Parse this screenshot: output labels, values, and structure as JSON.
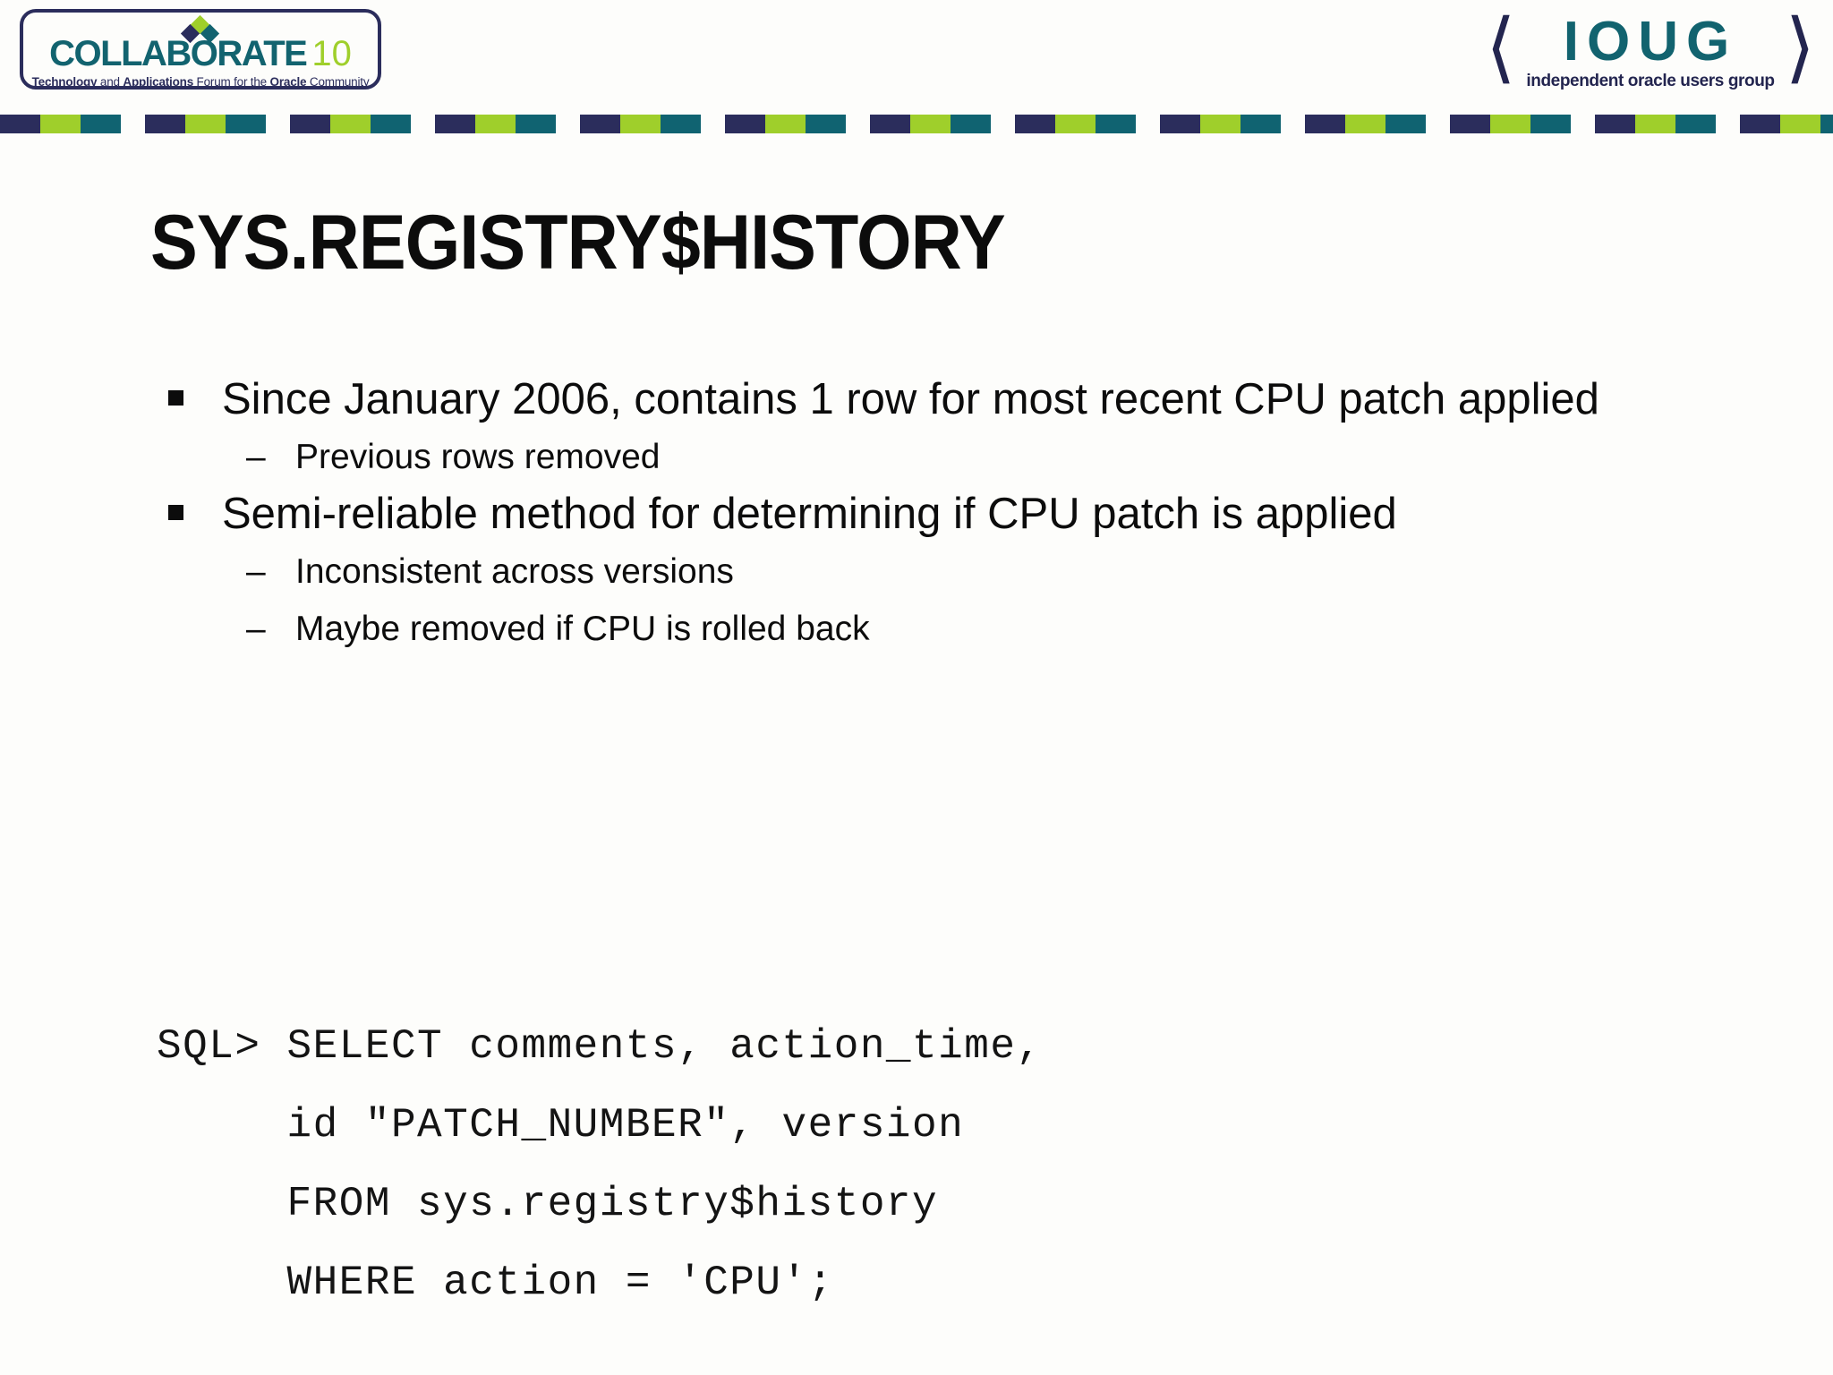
{
  "header": {
    "collaborate_logo": {
      "wordmark": "COLLABORATE",
      "edition": "10",
      "tagline_parts": {
        "p1": "Technology",
        "p2": " and ",
        "p3": "Applications",
        "p4": " Forum for the ",
        "p5": "Oracle",
        "p6": " Community"
      }
    },
    "ioug_logo": {
      "bracket_left": "⟨",
      "bracket_right": "⟩",
      "letters": "IOUG",
      "subtitle": "independent oracle users group"
    },
    "band_pattern": [
      "navy",
      "green",
      "teal"
    ]
  },
  "title": "SYS.REGISTRY$HISTORY",
  "bullets": [
    {
      "level": 1,
      "marker": "square",
      "text": "Since January 2006, contains 1 row for most recent CPU patch applied"
    },
    {
      "level": 2,
      "marker": "–",
      "text": "Previous rows removed"
    },
    {
      "level": 1,
      "marker": "square",
      "text": "Semi-reliable method for determining if CPU patch is applied"
    },
    {
      "level": 2,
      "marker": "–",
      "text": "Inconsistent across versions"
    },
    {
      "level": 2,
      "marker": "–",
      "text": "Maybe removed if CPU is rolled back"
    }
  ],
  "sql": {
    "lines": [
      "SQL> SELECT comments, action_time,",
      "     id \"PATCH_NUMBER\", version",
      "     FROM sys.registry$history",
      "     WHERE action = 'CPU';"
    ]
  },
  "colors": {
    "navy": "#2b2d5c",
    "green": "#9fcf2b",
    "teal": "#12636f",
    "background": "#fdfdfb",
    "text": "#0c0c0c"
  }
}
